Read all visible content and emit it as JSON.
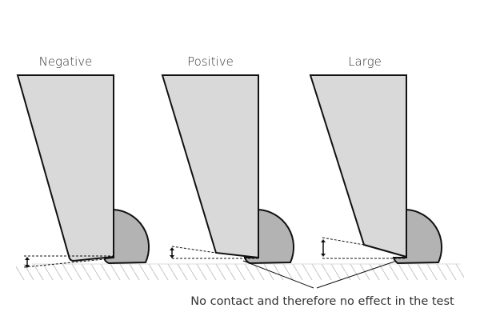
{
  "diagram": {
    "panels": [
      {
        "id": "negative",
        "title": "Negative",
        "rake": "negative"
      },
      {
        "id": "positive",
        "title": "Positive",
        "rake": "positive"
      },
      {
        "id": "large",
        "title": "Large",
        "rake": "large"
      }
    ],
    "caption": "No contact and therefore no effect in the test",
    "colors": {
      "blade_fill": "#d9d9d9",
      "chip_fill": "#b3b3b3",
      "outline": "#111111",
      "hatch": "#cccccc",
      "text": "#333333"
    }
  }
}
